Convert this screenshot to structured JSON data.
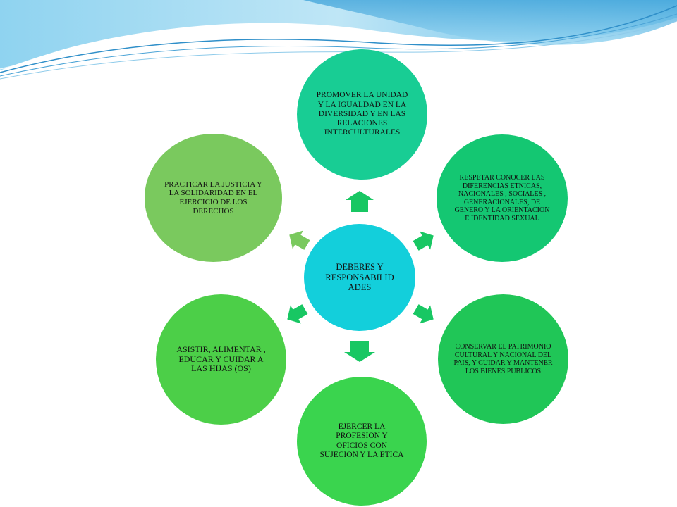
{
  "colors": {
    "center": "#13cfdb",
    "top": "#18cd94",
    "upper_right": "#14c772",
    "lower_right": "#20c657",
    "bottom": "#3ad44e",
    "lower_left": "#4ccf48",
    "upper_left": "#7ac95e",
    "arrow": "#18c763",
    "arrow_upper_left": "#7ac95e",
    "wave_blue": "#6ec2e8"
  },
  "diagram": {
    "center": "DEBERES Y\nRESPONSABILID\nADES",
    "top": "PROMOVER LA UNIDAD Y LA IGUALDAD  EN LA DIVERSIDAD Y EN LAS RELACIONES INTERCULTURALES",
    "upper_right": "RESPETAR CONOCER LAS DIFERENCIAS ETNICAS, NACIONALES , SOCIALES , GENERACIONALES, DE GENERO Y LA ORIENTACION E IDENTIDAD SEXUAL",
    "lower_right": "CONSERVAR EL PATRIMONIO CULTURAL Y NACIONAL DEL PAIS, Y CUIDAR Y MANTENER LOS BIENES PUBLICOS",
    "bottom": "EJERCER LA PROFESION  Y OFICIOS  CON SUJECION Y LA ETICA",
    "lower_left": "ASISTIR, ALIMENTAR , EDUCAR Y CUIDAR A LAS HIJAS (OS)",
    "upper_left": "PRACTICAR LA JUSTICIA Y LA SOLIDARIDAD EN EL EJERCICIO DE LOS DERECHOS"
  }
}
